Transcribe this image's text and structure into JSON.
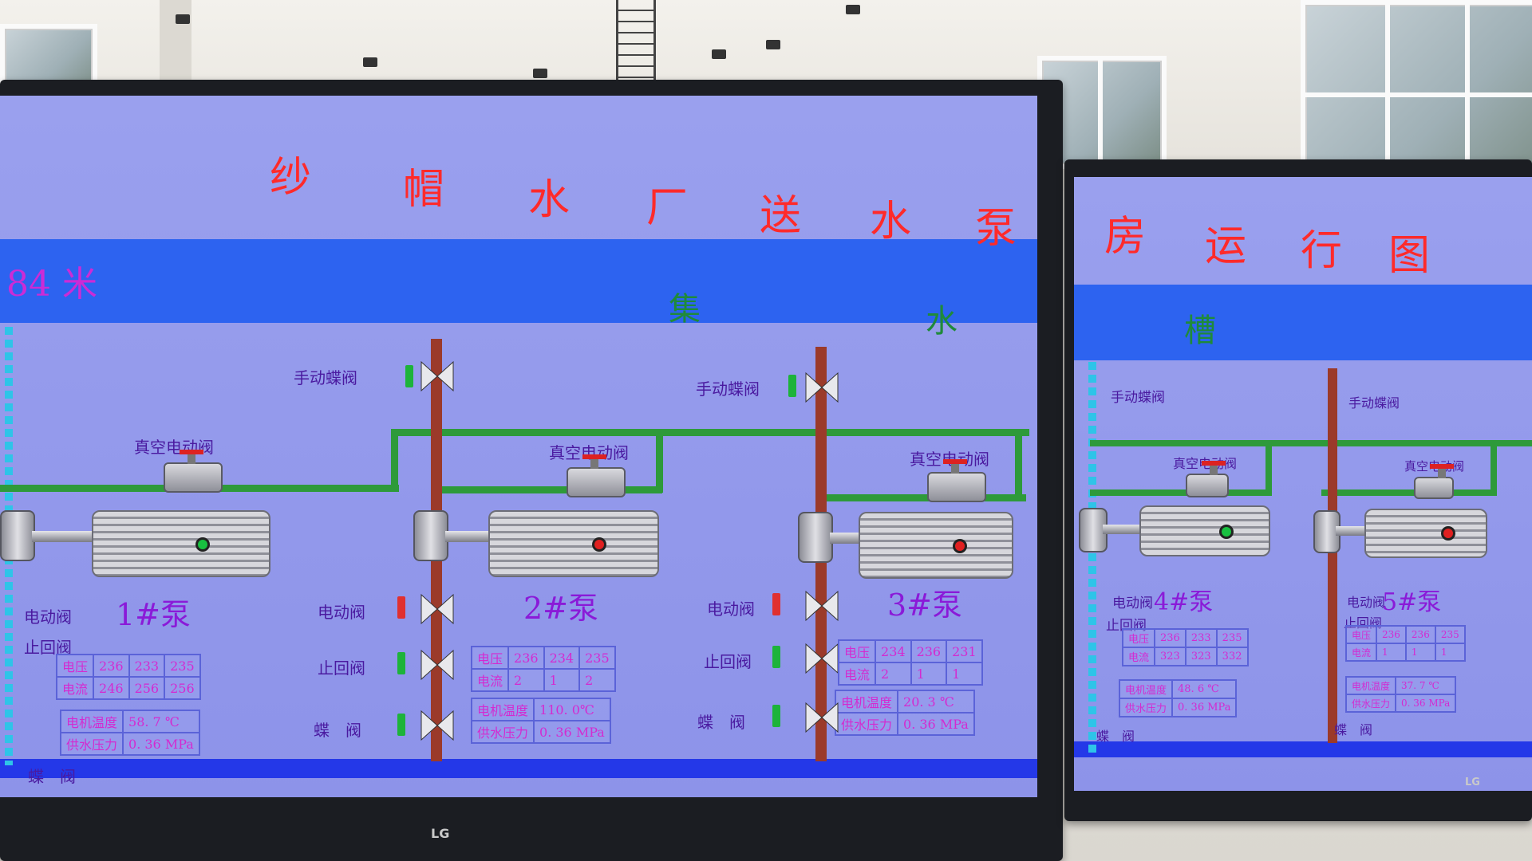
{
  "title_chars": [
    "纱",
    "帽",
    "水",
    "厂",
    "送",
    "水",
    "泵",
    "房",
    "运",
    "行",
    "图"
  ],
  "level_text": "84 米",
  "band_chars": [
    "集",
    "水",
    "槽"
  ],
  "labels": {
    "manual_valve": "手动蝶阀",
    "vacuum_valve": "真空电动阀",
    "electric_valve": "电动阀",
    "check_valve": "止回阀",
    "butterfly_valve": "蝶　阀",
    "voltage": "电压",
    "current": "电流",
    "motor_temp": "电机温度",
    "supply_pressure": "供水压力"
  },
  "pumps": [
    {
      "name": "1#泵",
      "voltage": [
        "236",
        "233",
        "235"
      ],
      "current": [
        "246",
        "256",
        "256"
      ],
      "temp": "58. 7 ℃",
      "pressure": "0. 36 MPa",
      "running_lamp": "#18c040"
    },
    {
      "name": "2#泵",
      "voltage": [
        "236",
        "234",
        "235"
      ],
      "current": [
        "2",
        "1",
        "2"
      ],
      "temp": "110. 0℃",
      "pressure": "0. 36 MPa",
      "running_lamp": "#e02020"
    },
    {
      "name": "3#泵",
      "voltage": [
        "234",
        "236",
        "231"
      ],
      "current": [
        "2",
        "1",
        "1"
      ],
      "temp": "20. 3 ℃",
      "pressure": "0. 36 MPa",
      "running_lamp": "#e02020"
    },
    {
      "name": "4#泵",
      "voltage": [
        "236",
        "233",
        "235"
      ],
      "current": [
        "323",
        "323",
        "332"
      ],
      "temp": "48. 6 ℃",
      "pressure": "0. 36 MPa",
      "running_lamp": "#18c040"
    },
    {
      "name": "5#泵",
      "voltage": [
        "236",
        "236",
        "235"
      ],
      "current": [
        "1",
        "1",
        "1"
      ],
      "temp": "37. 7 ℃",
      "pressure": "0. 36 MPa",
      "running_lamp": "#e02020"
    }
  ],
  "brand": "LG",
  "colors": {
    "title": "#ff2a2a",
    "band": "#2d63f0",
    "pipe": "#9b3a2a",
    "green_pipe": "#2e9a3a",
    "screen": "#9aa0ee"
  }
}
